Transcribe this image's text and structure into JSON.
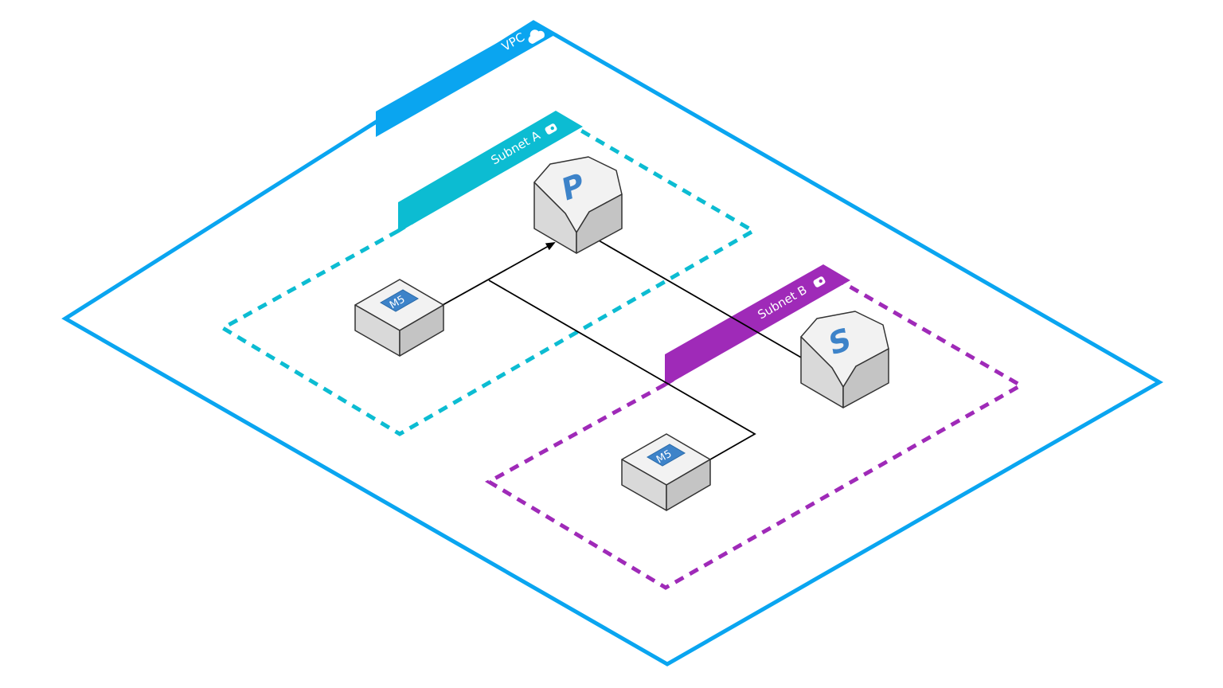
{
  "colors": {
    "vpc": "#0aa5f0",
    "subnet_a": "#0cbcd2",
    "subnet_b": "#9f2ab8",
    "cube_top": "#f2f2f2",
    "cube_left": "#d9d9d9",
    "cube_right": "#c4c4c4",
    "node_letter": "#3d83c9",
    "edge": "#000000"
  },
  "vpc": {
    "label": "VPC",
    "icon": "cloud-icon"
  },
  "subnet_a": {
    "label": "Subnet A",
    "icon": "lock-icon"
  },
  "subnet_b": {
    "label": "Subnet B",
    "icon": "lock-icon"
  },
  "nodes": {
    "primary": {
      "letter": "P"
    },
    "secondary": {
      "letter": "S"
    },
    "instance_a": {
      "label": "M5"
    },
    "instance_b": {
      "label": "M5"
    }
  }
}
